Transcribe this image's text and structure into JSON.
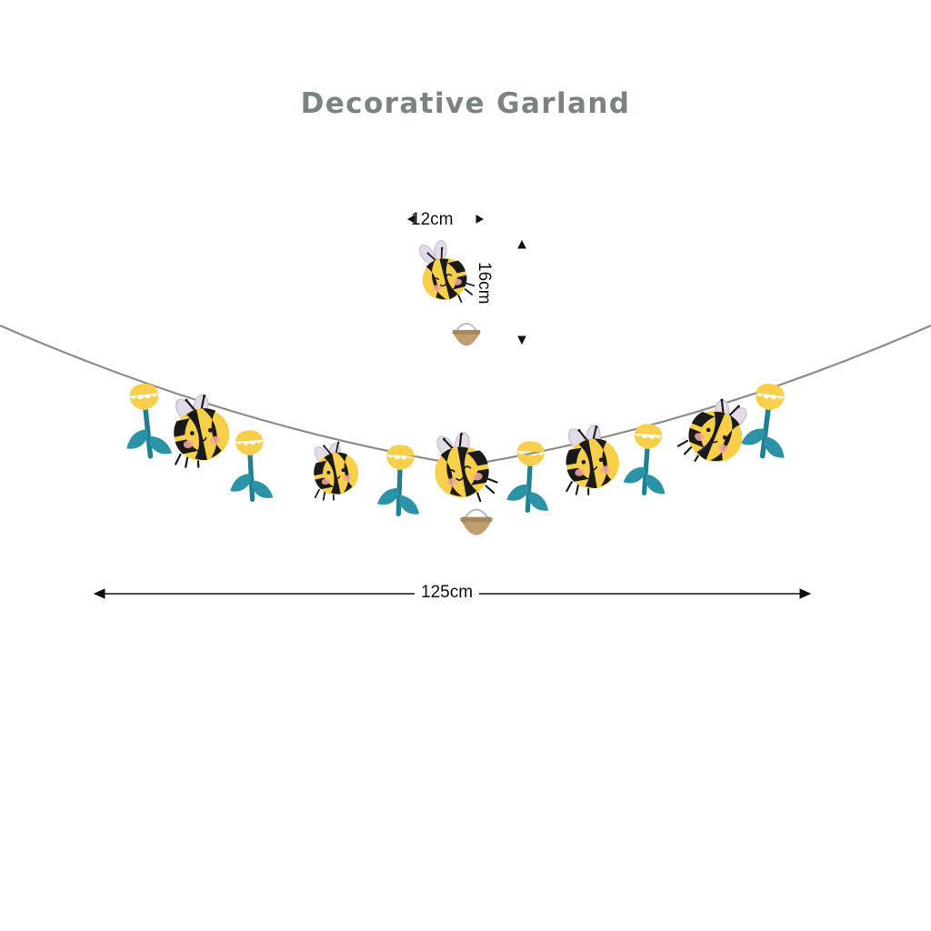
{
  "page": {
    "title": "Decorative Garland",
    "background_color": "#ffffff",
    "title_color": "#79847f"
  },
  "dimensions": {
    "unit_bee_width": "12cm",
    "unit_bee_height": "16cm",
    "total_length": "125cm",
    "line_color": "#111111"
  },
  "garland": {
    "string_color": "#8c8c8c",
    "bee_count": 5,
    "flower_count": 6,
    "colors": {
      "bee_yellow": "#f7cf49",
      "bee_yellow_dark": "#f0c13c",
      "bee_black": "#1a1a1a",
      "wing_lavender": "#e3dbe8",
      "wing_lavender_edge": "#cfc3d8",
      "blush_pink": "#f2a6a0",
      "flower_yellow": "#f8cf4c",
      "stem_teal": "#1f7f93",
      "leaf_teal": "#2a93a8",
      "basket_tan": "#c1a173",
      "basket_rim": "#a8875b",
      "basket_handle": "#b9b9b9"
    },
    "sample_unit": {
      "label": "bee-with-basket",
      "has_basket": true
    },
    "items": [
      {
        "type": "flower",
        "name": "flower-1"
      },
      {
        "type": "bee",
        "name": "bee-1",
        "facing": "right",
        "eyes": "open",
        "has_basket": false
      },
      {
        "type": "flower",
        "name": "flower-2"
      },
      {
        "type": "bee",
        "name": "bee-2",
        "facing": "right",
        "eyes": "open",
        "has_basket": false
      },
      {
        "type": "flower",
        "name": "flower-3"
      },
      {
        "type": "bee",
        "name": "bee-3",
        "facing": "left",
        "eyes": "closed",
        "has_basket": true
      },
      {
        "type": "flower",
        "name": "flower-4"
      },
      {
        "type": "bee",
        "name": "bee-4",
        "facing": "right",
        "eyes": "open",
        "has_basket": false
      },
      {
        "type": "flower",
        "name": "flower-5"
      },
      {
        "type": "bee",
        "name": "bee-5",
        "facing": "right",
        "eyes": "open",
        "has_basket": false
      },
      {
        "type": "flower",
        "name": "flower-6"
      }
    ]
  }
}
